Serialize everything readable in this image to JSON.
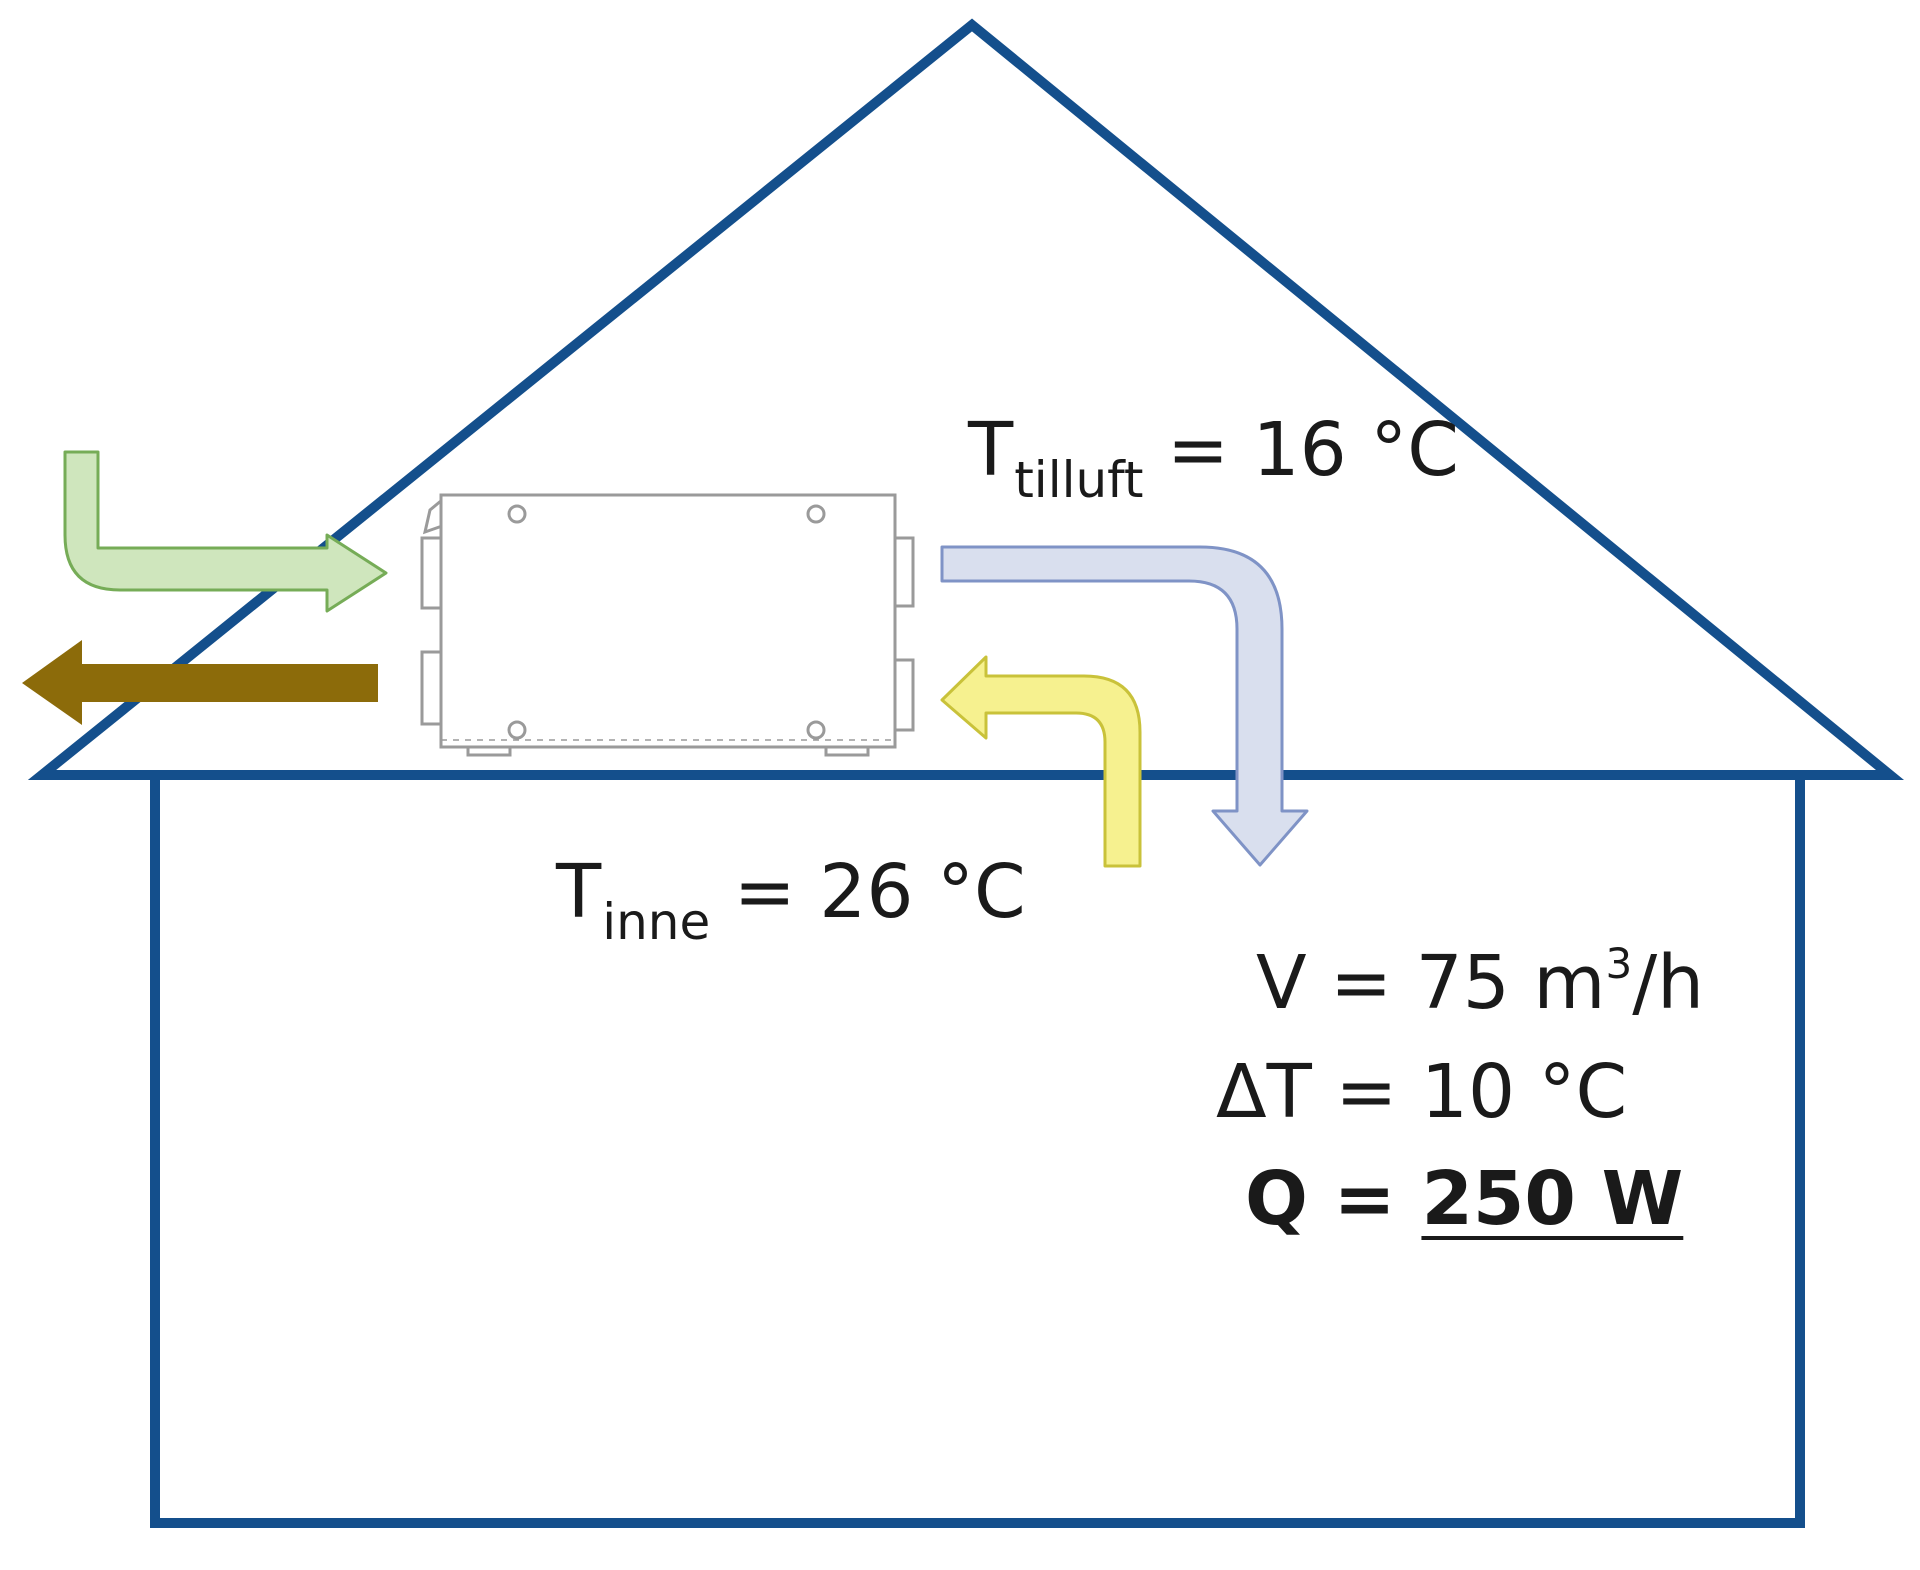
{
  "colors": {
    "house_outline": "#144f8c",
    "outdoor_air_arrow": "#cfe6bd",
    "outdoor_air_border": "#76ac57",
    "exhaust_arrow": "#8c6b0a",
    "supply_air_arrow": "#d9dfee",
    "supply_air_border": "#7f93c6",
    "extract_air_arrow": "#f6f18f",
    "extract_air_border": "#c9c23a",
    "unit_outline": "#9a9a9a"
  },
  "icons": {
    "ventilation_unit": "ventilation-unit-icon",
    "outdoor_air": "arrow-right-icon",
    "exhaust_air": "arrow-left-icon",
    "supply_air": "arrow-down-icon",
    "extract_air": "arrow-left-icon"
  },
  "labels": {
    "t_tilluft": {
      "symbol": "T",
      "subscript": "tilluft",
      "value": "= 16 °C"
    },
    "t_inne": {
      "symbol": "T",
      "subscript": "inne",
      "value": "= 26 °C"
    },
    "flow": {
      "prefix": "V = 75 m",
      "exponent": "3",
      "suffix": "/h"
    },
    "delta_t": "ΔT = 10 °C",
    "heat": {
      "prefix": "Q = ",
      "value": "250 W"
    }
  }
}
